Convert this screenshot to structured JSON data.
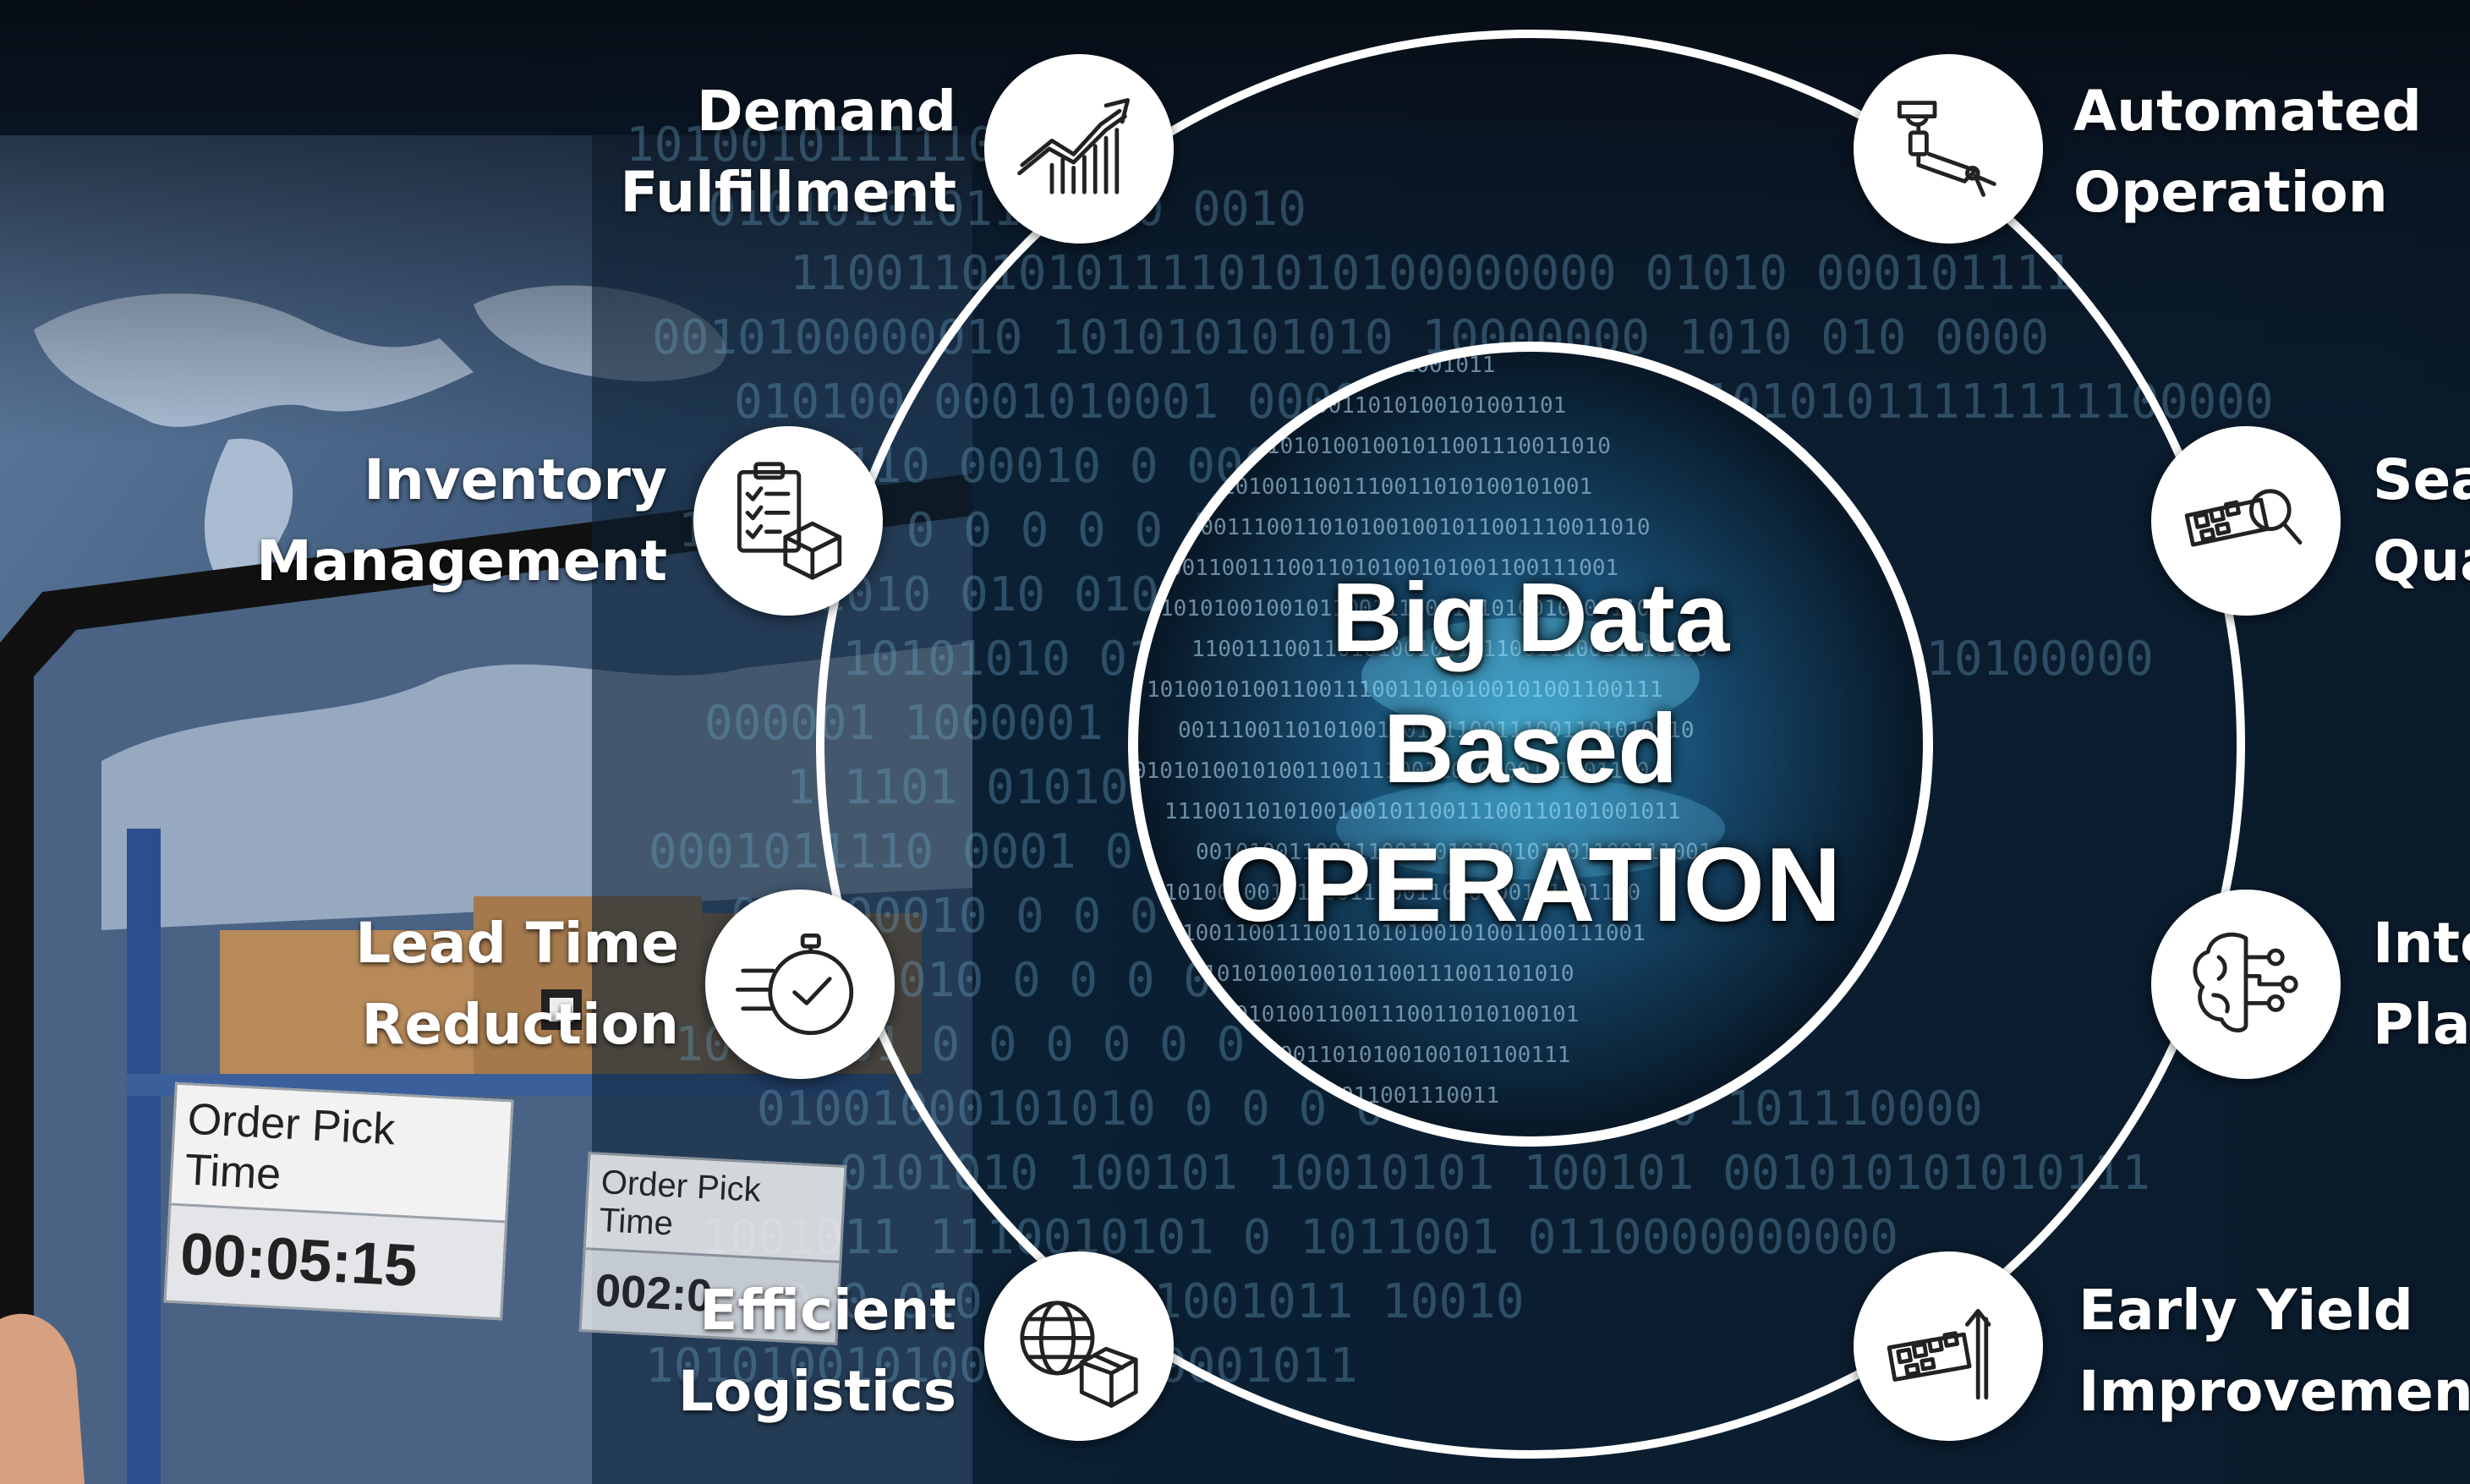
{
  "diagram": {
    "center_title": [
      "Big Data",
      "Based",
      "OPERATION"
    ],
    "nodes": [
      {
        "id": "demand-fulfillment",
        "label": [
          "Demand",
          "Fulfillment"
        ],
        "icon": "growth-chart-icon"
      },
      {
        "id": "automated-operation",
        "label": [
          "Automated",
          "Operation"
        ],
        "icon": "robot-arm-icon"
      },
      {
        "id": "inventory-management",
        "label": [
          "Inventory",
          "Management"
        ],
        "icon": "clipboard-box-icon"
      },
      {
        "id": "seamless-quality",
        "label": [
          "Sea",
          "Qua"
        ],
        "icon": "chip-magnifier-icon"
      },
      {
        "id": "lead-time-reduction",
        "label": [
          "Lead Time",
          "Reduction"
        ],
        "icon": "stopwatch-check-icon"
      },
      {
        "id": "intelligent-planning",
        "label": [
          "Inte",
          "Plan"
        ],
        "icon": "brain-circuit-icon"
      },
      {
        "id": "efficient-logistics",
        "label": [
          "Efficient",
          "Logistics"
        ],
        "icon": "globe-package-icon"
      },
      {
        "id": "early-yield-improvement",
        "label": [
          "Early Yield",
          "Improvement"
        ],
        "icon": "chip-arrow-up-icon"
      }
    ]
  },
  "background": {
    "sign_main": {
      "title": "Order Pick Time",
      "value": "00:05:15"
    },
    "sign_small": {
      "title": "Order Pick Time",
      "value": "002:0"
    },
    "binary_rows": [
      "1010010111110 01010",
      "0101010101111010 0010",
      "11001101010111101010100000000 01010 000101111",
      "0010100000010 101010101010 10000000 1010 010 0000",
      "010100 0001010001 0000 0 00001 0 010101011111111100000",
      "0110 00010 0 000010 0001010100 0000",
      "1010 00 0 0 0 0 0 1010100010",
      "101010 010 0101 01 0 01010100",
      "10101010 010100 0 0 0 0 0 1010 1010 0 10100000",
      "000001 1000001 11 0 0 0 0 0 0 100 10010",
      "1 1101 010101010 0 0 0 0 00101010100000",
      "0001011110 0001 0 10 00 0 01001010 0 10100",
      "001000010 0 0 0 0 0 0 0 0 0 0 01010 101",
      "101010 0 0 0 0 0 0 0 1010100",
      "10010101 0 0 0 0 0 0 0 0 010010 0001",
      "01001000101010 0 0 0 0 01010 1010 101110000",
      "0101010 100101 10010101 100101 001010101010111",
      "1001011 1110010101 0 1011001 0110000000000",
      "0 0 010 1010 1001011 10010",
      "1010100101000000000001011"
    ],
    "binary_center_rows": [
      "0100110011100110101001001011",
      "1010011001110011010100101001101",
      "11100110101001001011001110011010",
      "0101001010011001110011010100101001",
      "110011100110101001001011001110011010",
      "1010011001110011010100101001100111001",
      "10101001001011001110011010100101001100",
      "110011100110101001001011001110011010100",
      "101001010011001110011010100101001100111",
      "001110011010100100101100111001101010010",
      "010101001010011001110011010100101001100",
      "111001101010010010110011100110101001011",
      "001010011001110011010100101001100111001",
      "0101001001011001110011010100101001100",
      "10011001110011010100101001100111001",
      "110011010100100101100111001101010",
      "0101001010011001110011010100101",
      "1001110011010100100101100111",
      "00110101001010011001110011"
    ]
  }
}
